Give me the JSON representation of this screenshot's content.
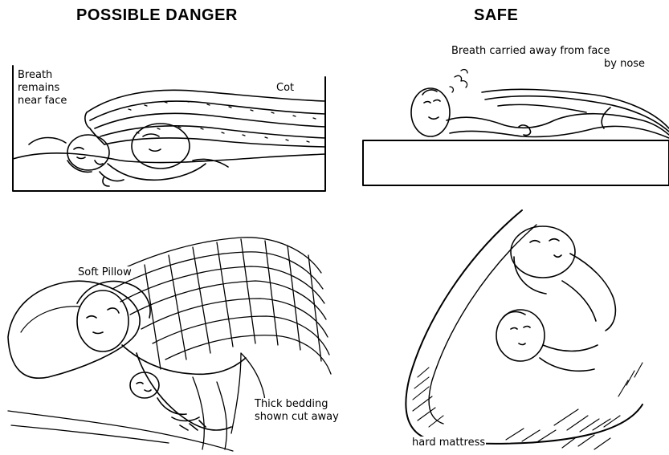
{
  "headings": {
    "danger": "POSSIBLE DANGER",
    "safe": "SAFE"
  },
  "danger_cot": {
    "breath_line1": "Breath",
    "breath_line2": "remains",
    "breath_line3": "near face",
    "cot": "Cot"
  },
  "safe_cot": {
    "breath_line1": "Breath carried away from face",
    "breath_line2": "by nose"
  },
  "danger_bed": {
    "pillow": "Soft Pillow",
    "bedding_line1": "Thick bedding",
    "bedding_line2": "shown cut away"
  },
  "safe_bed": {
    "mattress": "hard mattress"
  },
  "colors": {
    "ink": "#000000",
    "paper": "#ffffff"
  }
}
